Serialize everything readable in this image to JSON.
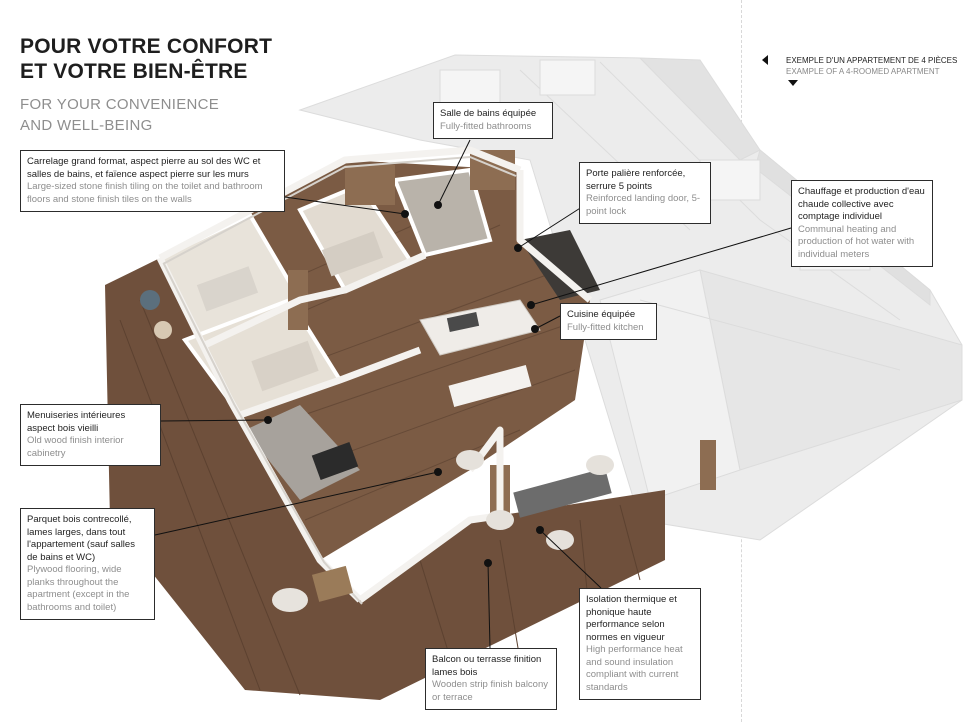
{
  "heading": {
    "line1": "POUR VOTRE CONFORT",
    "line2": "ET VOTRE BIEN-ÊTRE",
    "sub1": "FOR YOUR CONVENIENCE",
    "sub2": "AND WELL-BEING"
  },
  "example": {
    "fr": "EXEMPLE D'UN APPARTEMENT DE 4 PIÈCES",
    "en": "EXAMPLE OF A 4-ROOMED APARTMENT"
  },
  "callouts": {
    "bathrooms": {
      "fr": "Salle de bains équipée",
      "en": "Fully-fitted bathrooms"
    },
    "tiling": {
      "fr": "Carrelage grand format, aspect pierre au sol des WC et salles de bains, et faïence aspect pierre sur les murs",
      "en": "Large-sized stone finish tiling on the toilet and bathroom floors and stone finish tiles on the walls"
    },
    "door": {
      "fr": "Porte palière renforcée, serrure 5 points",
      "en": "Reinforced landing door, 5-point lock"
    },
    "heating": {
      "fr": "Chauffage et production d'eau chaude collective avec comptage individuel",
      "en": "Communal heating and production of hot water with individual meters"
    },
    "kitchen": {
      "fr": "Cuisine équipée",
      "en": "Fully-fitted kitchen"
    },
    "joinery": {
      "fr": "Menuiseries intérieures aspect bois vieilli",
      "en": "Old wood finish interior cabinetry"
    },
    "flooring": {
      "fr": "Parquet bois contrecollé, lames larges, dans tout l'appartement (sauf salles de bains et WC)",
      "en": "Plywood flooring, wide planks throughout the apartment (except in the bathrooms and toilet)"
    },
    "balcony": {
      "fr": "Balcon ou terrasse finition lames bois",
      "en": "Wooden strip finish balcony or terrace"
    },
    "insulation": {
      "fr": "Isolation thermique et phonique haute performance selon normes en vigueur",
      "en": "High performance heat and sound insulation compliant with current standards"
    }
  },
  "colors": {
    "wood_floor": "#7a5a43",
    "wall_white": "#f3f1ee",
    "ghost_building": "#ebebeb",
    "callout_border": "#2c2c2c",
    "english_text": "#8e8e8e"
  }
}
